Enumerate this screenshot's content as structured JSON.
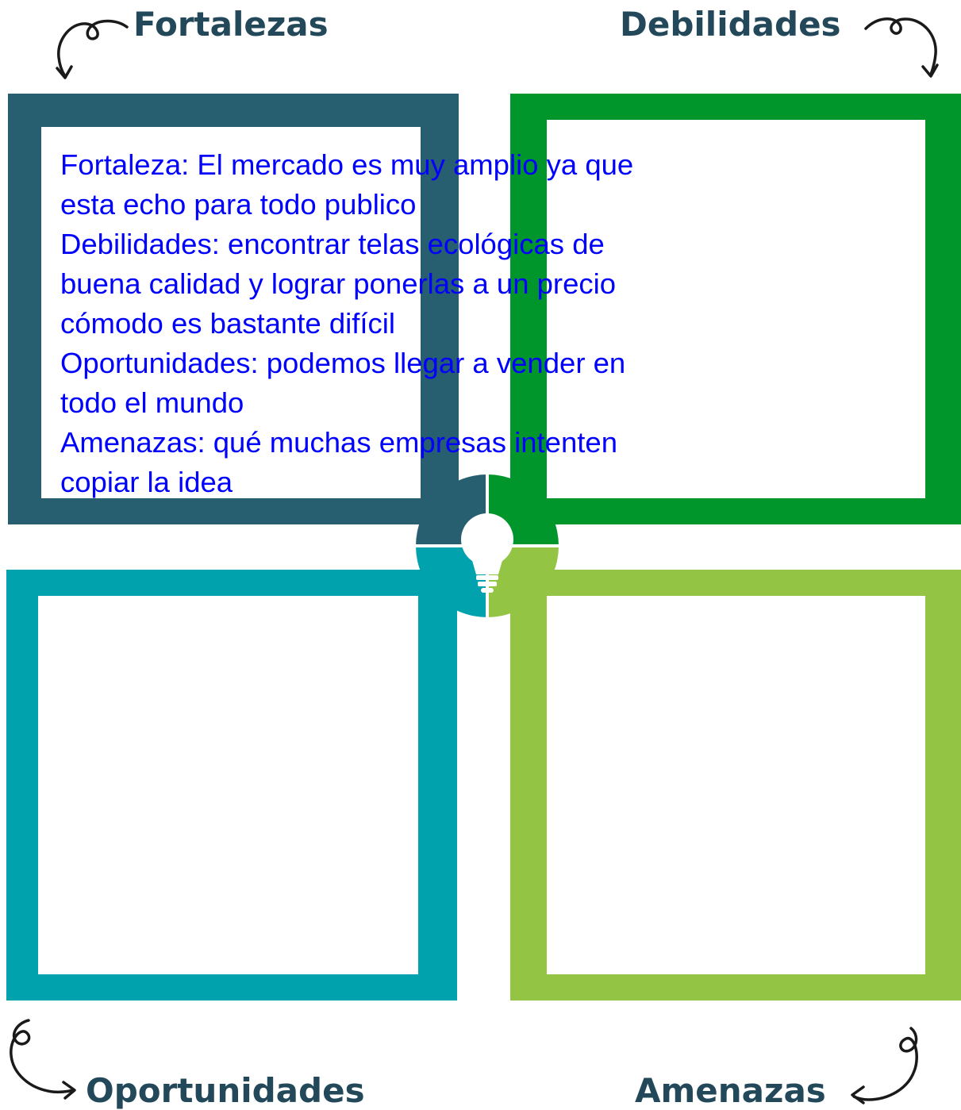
{
  "colors": {
    "strengths": "#275E70",
    "weaknesses": "#00962C",
    "opportunities": "#00A2AD",
    "threats": "#93C443",
    "title_text": "#22485A",
    "note_text": "#0000FF"
  },
  "labels": {
    "strengths": "Fortalezas",
    "weaknesses": "Debilidades",
    "opportunities": "Oportunidades",
    "threats": "Amenazas"
  },
  "note_lines": [
    "Fortaleza: El mercado es muy amplio ya que",
    "esta echo para todo publico",
    "Debilidades: encontrar telas ecológicas de",
    "buena calidad y lograr ponerlas a un precio",
    "cómodo es bastante difícil",
    "Oportunidades: podemos llegar a vender en",
    "todo el mundo",
    "Amenazas: qué muchas empresas intenten",
    "copiar la idea"
  ],
  "icons": {
    "center": "lightbulb-icon",
    "decor": "curly-arrow-icon"
  }
}
